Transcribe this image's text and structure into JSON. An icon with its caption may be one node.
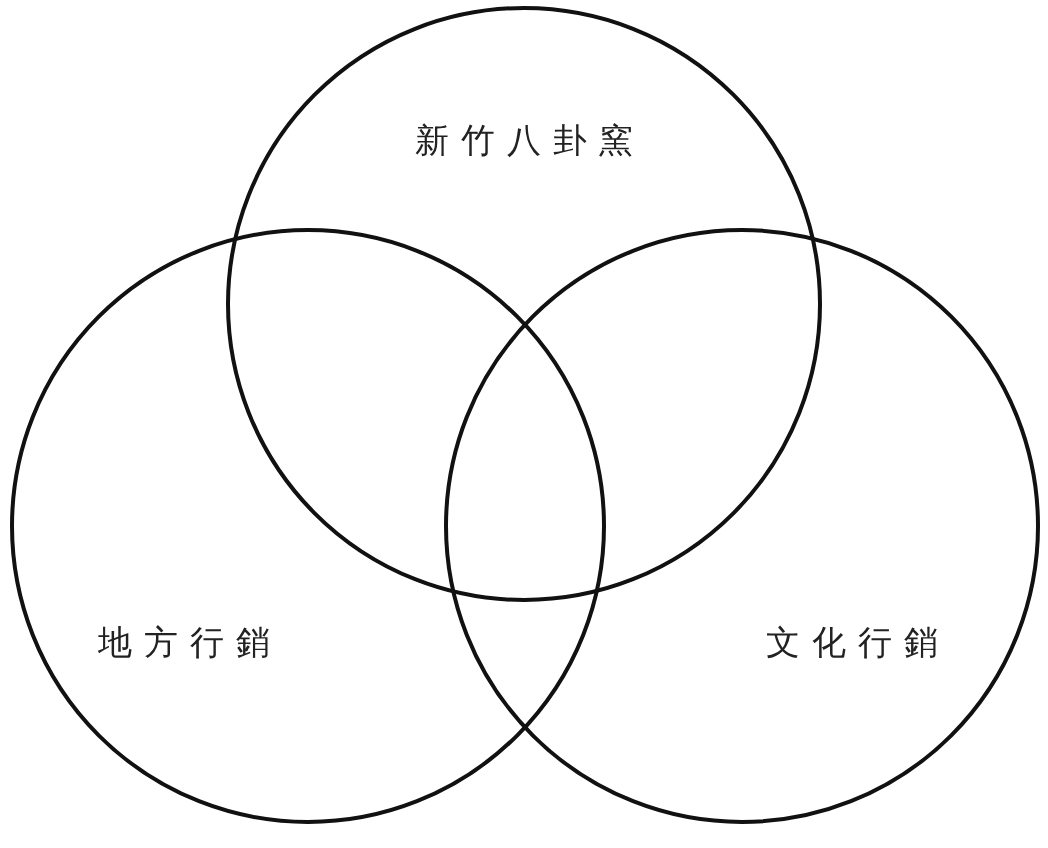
{
  "diagram": {
    "nodes": [
      {
        "text": [
          "新竹八卦窯"
        ]
      },
      {
        "text": [
          "地方行銷"
        ]
      },
      {
        "text": [
          "文化行銷"
        ]
      }
    ],
    "edges": []
  }
}
